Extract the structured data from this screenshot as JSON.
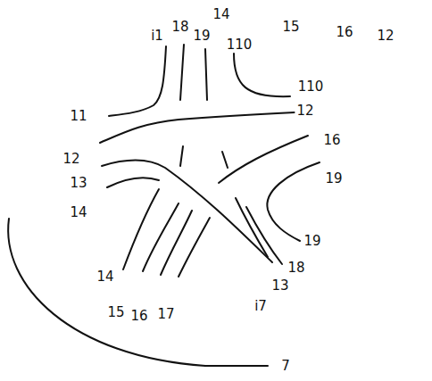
{
  "diagram": {
    "labels": [
      "i1",
      "18",
      "19",
      "110",
      "14",
      "15",
      "16",
      "12",
      "110",
      "11",
      "12",
      "16",
      "12",
      "13",
      "19",
      "14",
      "19",
      "18",
      "13",
      "i7",
      "14",
      "15",
      "16",
      "17",
      "7"
    ]
  }
}
